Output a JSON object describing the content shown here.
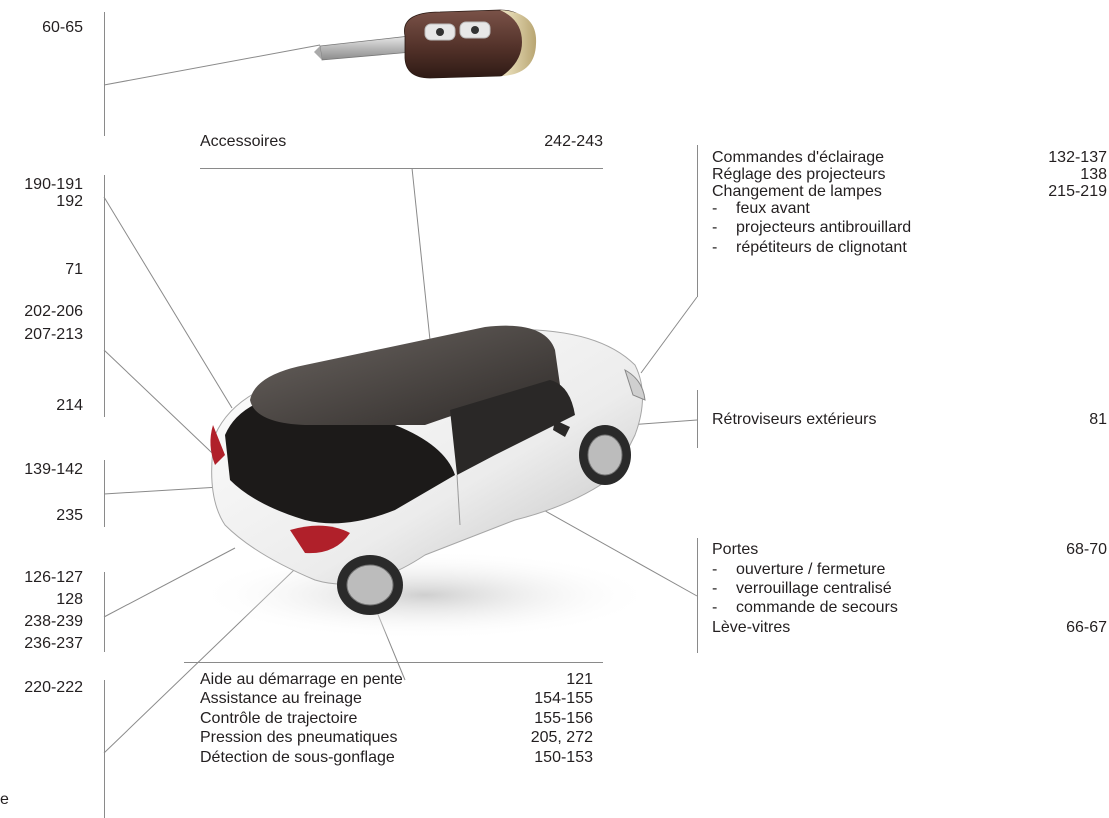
{
  "left_pages": [
    "60-65",
    "190-191",
    "192",
    "71",
    "202-206",
    "207-213",
    "214",
    "139-142",
    "235",
    "126-127",
    "128",
    "238-239",
    "236-237",
    "220-222"
  ],
  "left_fragment": "e",
  "top_box": {
    "label": "Accessoires",
    "pages": "242-243"
  },
  "lighting": {
    "items": [
      {
        "label": "Commandes d'éclairage",
        "pages": "132-137"
      },
      {
        "label": "Réglage des projecteurs",
        "pages": "138"
      },
      {
        "label": "Changement de lampes",
        "pages": "215-219"
      }
    ],
    "subitems": [
      "feux avant",
      "projecteurs antibrouillard",
      "répétiteurs de clignotant"
    ],
    "dash": "-"
  },
  "mirrors": {
    "label": "Rétroviseurs extérieurs",
    "pages": "81"
  },
  "doors": {
    "title": {
      "label": "Portes",
      "pages": "68-70"
    },
    "subitems": [
      "ouverture / fermeture",
      "verrouillage centralisé",
      "commande de secours"
    ],
    "last": {
      "label": "Lève-vitres",
      "pages": "66-67"
    },
    "dash": "-"
  },
  "bottom_box": {
    "items": [
      {
        "label": "Aide au démarrage en pente",
        "pages": "121"
      },
      {
        "label": "Assistance au freinage",
        "pages": "154-155"
      },
      {
        "label": "Contrôle de trajectoire",
        "pages": "155-156"
      },
      {
        "label": "Pression des pneumatiques",
        "pages": "205, 272"
      },
      {
        "label": "Détection de sous-gonflage",
        "pages": "150-153"
      }
    ]
  },
  "colors": {
    "line": "#8a8a8a",
    "car_body": "#f2f2f2",
    "roof": "#4a4542",
    "key": "#5a3a30"
  },
  "icons": [
    "car-key-icon",
    "car-illustration"
  ]
}
